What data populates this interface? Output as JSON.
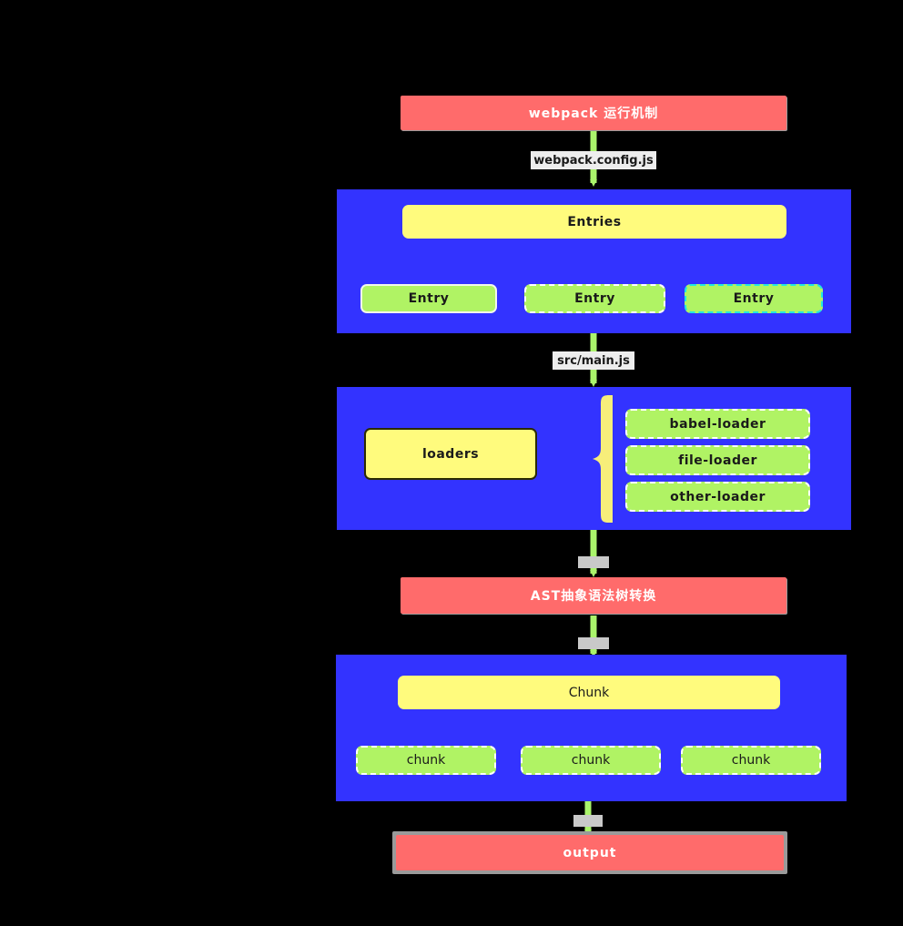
{
  "diagram": {
    "title": "webpack 运行机制",
    "background_color": "#000000",
    "colors": {
      "stage": "#FF6B6B",
      "group": "#3333FF",
      "parent": "#FFFB7D",
      "leaf": "#B0F364",
      "arrow": "#AAF46B",
      "label_bg": "#EDEDED",
      "shadow": "#9A9A9A",
      "cyan_border": "#22E8E0"
    },
    "stages": {
      "top": "webpack 运行机制",
      "ast": "AST抽象语法树转换",
      "output": "output"
    },
    "groups": {
      "entries": {
        "parent": "Entries",
        "children": [
          {
            "label": "Entry",
            "border": "solid-white"
          },
          {
            "label": "Entry",
            "border": "dashed-white"
          },
          {
            "label": "Entry",
            "border": "dashed-cyan"
          }
        ]
      },
      "loaders": {
        "parent": "loaders",
        "children": [
          {
            "label": "babel-loader",
            "border": "dashed-white"
          },
          {
            "label": "file-loader",
            "border": "dashed-white"
          },
          {
            "label": "other-loader",
            "border": "dashed-white"
          }
        ]
      },
      "chunks": {
        "parent": "Chunk",
        "children": [
          {
            "label": "chunk",
            "border": "dashed-white"
          },
          {
            "label": "chunk",
            "border": "dashed-white"
          },
          {
            "label": "chunk",
            "border": "dashed-white"
          }
        ]
      }
    },
    "edges": [
      {
        "label": "webpack.config.js",
        "from": "webpack 运行机制",
        "to": "Entries"
      },
      {
        "label": "src/main.js",
        "from": "Entries",
        "to": "loaders"
      },
      {
        "label": "",
        "from": "loaders",
        "to": "AST抽象语法树转换"
      },
      {
        "label": "",
        "from": "AST抽象语法树转换",
        "to": "Chunk"
      },
      {
        "label": "",
        "from": "Chunk",
        "to": "output"
      }
    ]
  }
}
